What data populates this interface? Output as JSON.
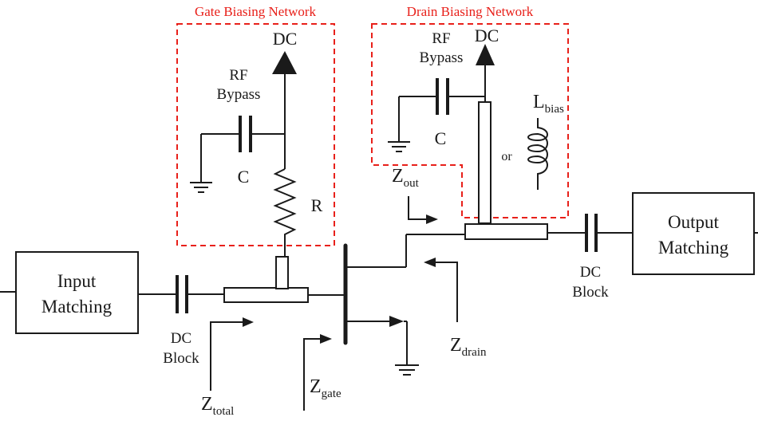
{
  "gate_network": {
    "title": "Gate Biasing Network",
    "dc": "DC",
    "rf": "RF",
    "bypass": "Bypass",
    "cap": "C",
    "res": "R"
  },
  "drain_network": {
    "title": "Drain Biasing Network",
    "dc": "DC",
    "rf": "RF",
    "bypass": "Bypass",
    "cap": "C",
    "l_main": "L",
    "l_sub": "bias",
    "or": "or"
  },
  "input_block": {
    "line1": "Input",
    "line2": "Matching"
  },
  "output_block": {
    "line1": "Output",
    "line2": "Matching"
  },
  "dc_block_in": {
    "line1": "DC",
    "line2": "Block"
  },
  "dc_block_out": {
    "line1": "DC",
    "line2": "Block"
  },
  "impedances": {
    "z": "Z",
    "total": "total",
    "gate": "gate",
    "drain": "drain",
    "out": "out"
  },
  "colors": {
    "network_border": "#e8201a",
    "line": "#1a1a1a"
  }
}
